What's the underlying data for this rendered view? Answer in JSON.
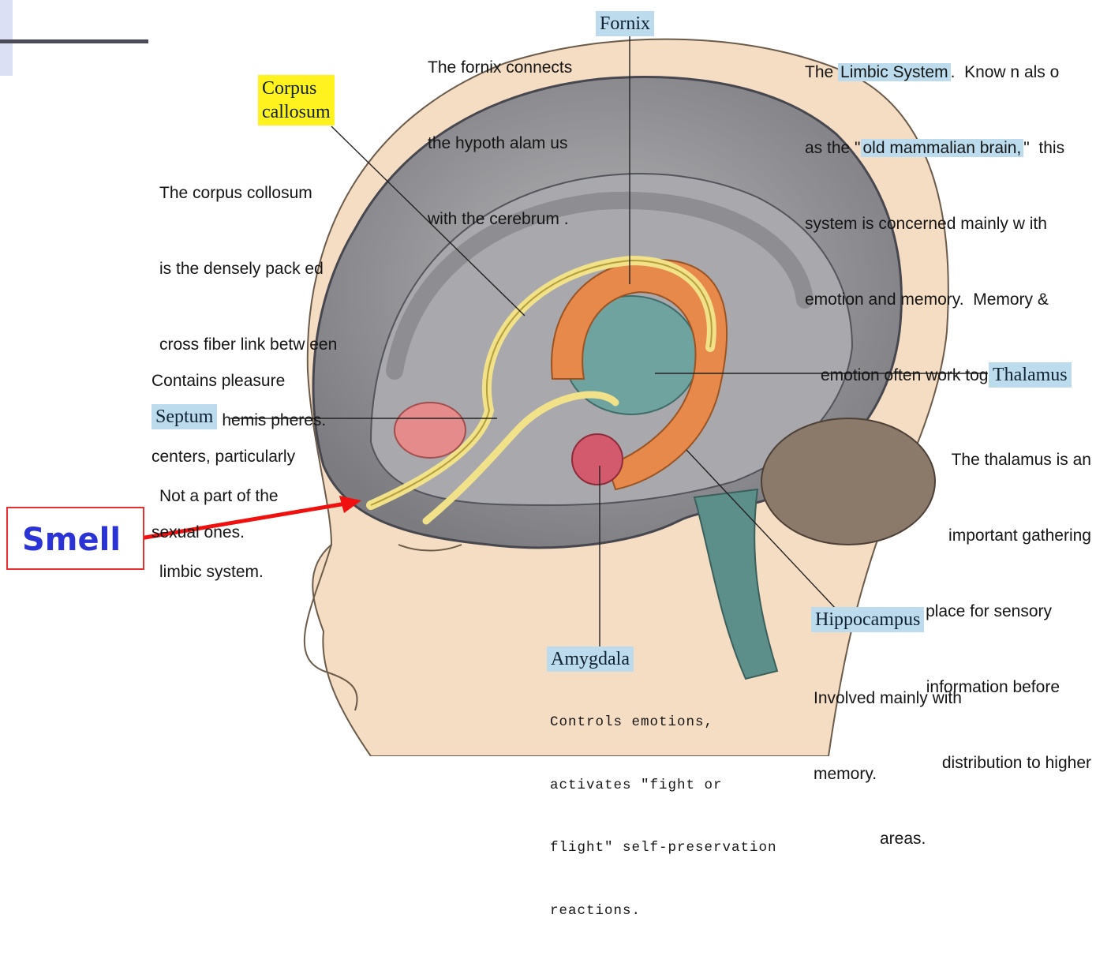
{
  "labels": {
    "fornix": "Fornix",
    "corpus_callosum": [
      "Corpus",
      "callosum"
    ],
    "septum": "Septum",
    "thalamus": "Thalamus",
    "hippocampus": "Hippocampus",
    "amygdala": "Amygdala",
    "smell": "Smell"
  },
  "descriptions": {
    "fornix": [
      "The fornix connects",
      "the hypoth alam us",
      "with the cerebrum ."
    ],
    "corpus_callosum": [
      "The corpus collosum",
      "is the densely pack ed",
      "cross fiber link betw een",
      "the tw o hemis pheres.",
      "Not a part of the",
      "limbic system."
    ],
    "septum": [
      "Contains pleasure",
      "centers, particularly",
      "sexual ones."
    ],
    "limbic": {
      "l1_pre": "The ",
      "l1_hl": "Limbic System",
      "l1_post": ".  Know n als o",
      "l2_pre": "as the \"",
      "l2_hl": "old mammalian brain,",
      "l2_post": "\"  this",
      "l3": "system is concerned mainly w ith",
      "l4": "emotion and memory.  Memory &",
      "l5": "emotion often work together."
    },
    "thalamus": [
      "The thalamus is an",
      "important gathering",
      "place for sensory",
      "information before",
      "distribution to higher",
      "areas."
    ],
    "hippocampus": [
      "Involved mainly with",
      "memory."
    ],
    "amygdala": [
      "Controls emotions,",
      "activates \"fight or",
      "flight\" self-preservation",
      "reactions."
    ]
  },
  "colors": {
    "label_bg": "#bcdcee",
    "corpus_bg": "#fff21e",
    "smell_text": "#2b33d6",
    "smell_border": "#e63030",
    "arrow": "#f01010"
  }
}
